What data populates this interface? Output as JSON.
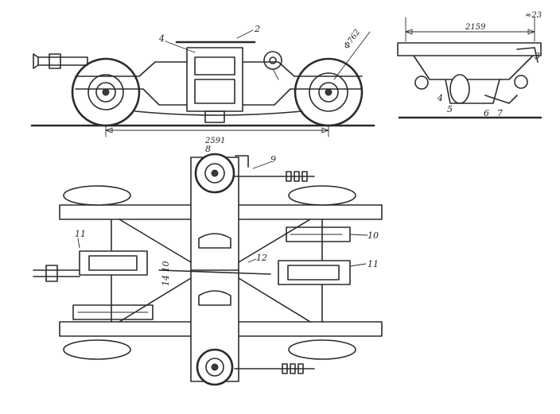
{
  "side_view": {
    "wheelbase": "2591",
    "wheel_diameter": "Φ762",
    "label_2": "2",
    "label_4": "4"
  },
  "end_view": {
    "width": "2159",
    "label_pair": "≈23",
    "label_3": "3",
    "label_4": "4",
    "label_5": "5",
    "label_6": "6",
    "label_7": "7"
  },
  "plan_view": {
    "label_8": "8",
    "label_9": "9",
    "label_10": "10",
    "label_11_left": "11",
    "label_11_right": "11",
    "label_12": "12",
    "label_14_10": "14 10"
  }
}
